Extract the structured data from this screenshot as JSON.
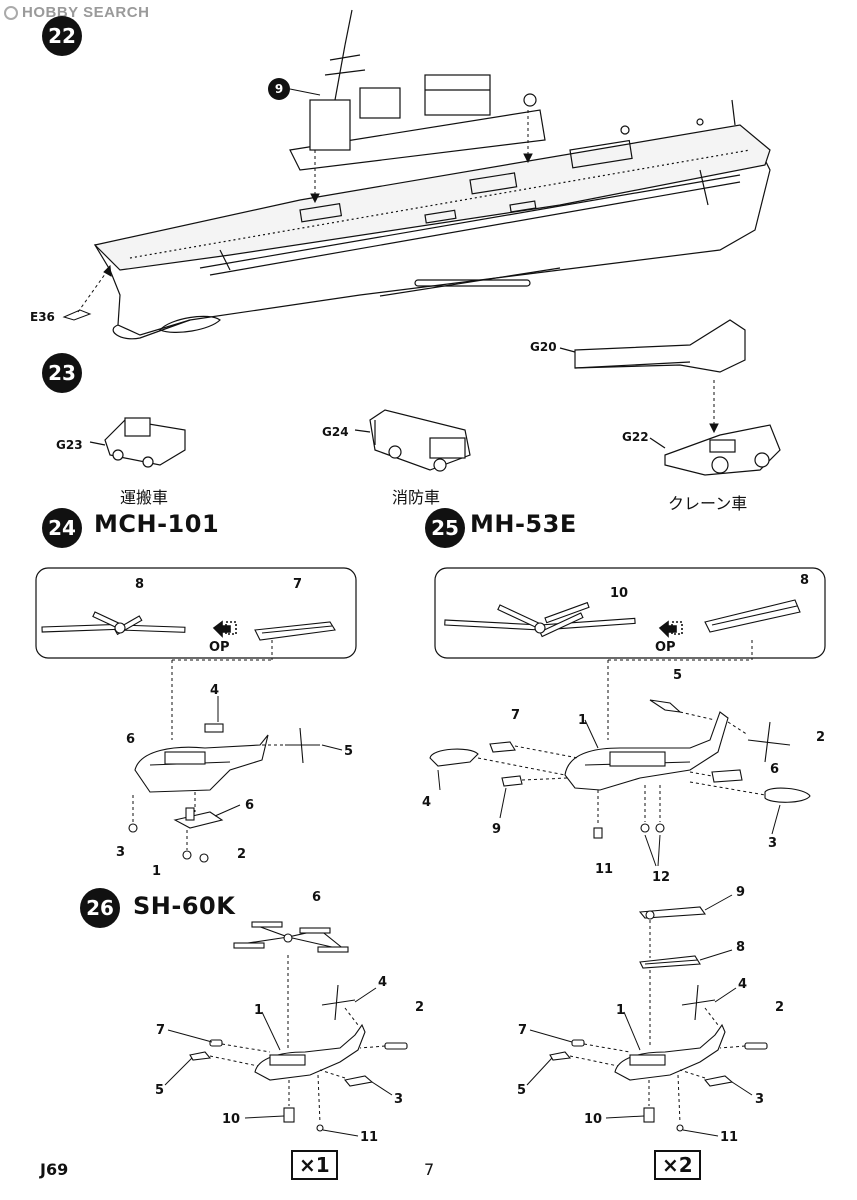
{
  "watermark": {
    "text": "HOBBY SEARCH"
  },
  "steps": {
    "s22": {
      "number": "22",
      "part": "9",
      "part_e": "E36"
    },
    "s23": {
      "number": "23",
      "parts": {
        "g20": "G20",
        "g22": "G22",
        "g23": "G23",
        "g24": "G24"
      },
      "captions": {
        "carrier": "運搬車",
        "fire": "消防車",
        "crane": "クレーン車"
      }
    },
    "s24": {
      "number": "24",
      "title": "MCH-101",
      "op": "OP",
      "labels": {
        "n8": "8",
        "n7": "7",
        "n4": "4",
        "n6a": "6",
        "n5": "5",
        "n6b": "6",
        "n3": "3",
        "n1": "1",
        "n2": "2"
      }
    },
    "s25": {
      "number": "25",
      "title": "MH-53E",
      "op": "OP",
      "labels": {
        "n10": "10",
        "n8": "8",
        "n5": "5",
        "n7": "7",
        "n1": "1",
        "n2": "2",
        "n6": "6",
        "n4": "4",
        "n9": "9",
        "n3": "3",
        "n11": "11",
        "n12": "12"
      }
    },
    "s26": {
      "number": "26",
      "title": "SH-60K",
      "left": {
        "n6": "6",
        "n4": "4",
        "n1": "1",
        "n7": "7",
        "n2": "2",
        "n5": "5",
        "n3": "3",
        "n10": "10",
        "n11": "11",
        "mult": "×1"
      },
      "right": {
        "n9": "9",
        "n8": "8",
        "n4": "4",
        "n1": "1",
        "n7": "7",
        "n2": "2",
        "n5": "5",
        "n3": "3",
        "n10": "10",
        "n11": "11",
        "mult": "×2"
      }
    }
  },
  "footer": {
    "code": "J69",
    "page": "7"
  }
}
